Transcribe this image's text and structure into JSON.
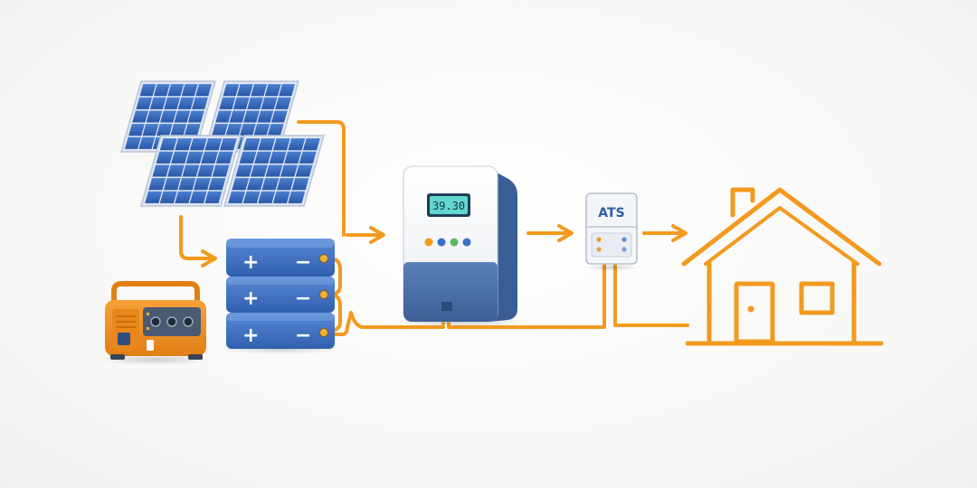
{
  "inverter": {
    "display_reading": "39.30",
    "indicator_colors": [
      "#f39a1e",
      "#3a6fc4",
      "#5cb85c",
      "#3a6fc4"
    ]
  },
  "ats": {
    "label": "ATS",
    "indicator_colors": [
      "#f39a1e",
      "#5a8fd8",
      "#e6a24a",
      "#7aa0d8"
    ]
  },
  "battery": {
    "positive_symbol": "+",
    "negative_symbol": "−",
    "module_count": 3
  },
  "colors": {
    "wire": "#f39a1e",
    "panel_blue": "#2f62b8",
    "panel_frame": "#dfe6f2",
    "battery_blue": "#3d6fc2",
    "generator_orange": "#f08c1c",
    "inverter_body": "#4a6fa8",
    "house_stroke": "#f39a1e"
  },
  "icons": {
    "solar": "solar-panel-icon",
    "battery": "battery-icon",
    "generator": "generator-icon",
    "inverter": "inverter-icon",
    "ats": "transfer-switch-icon",
    "house": "house-icon"
  }
}
